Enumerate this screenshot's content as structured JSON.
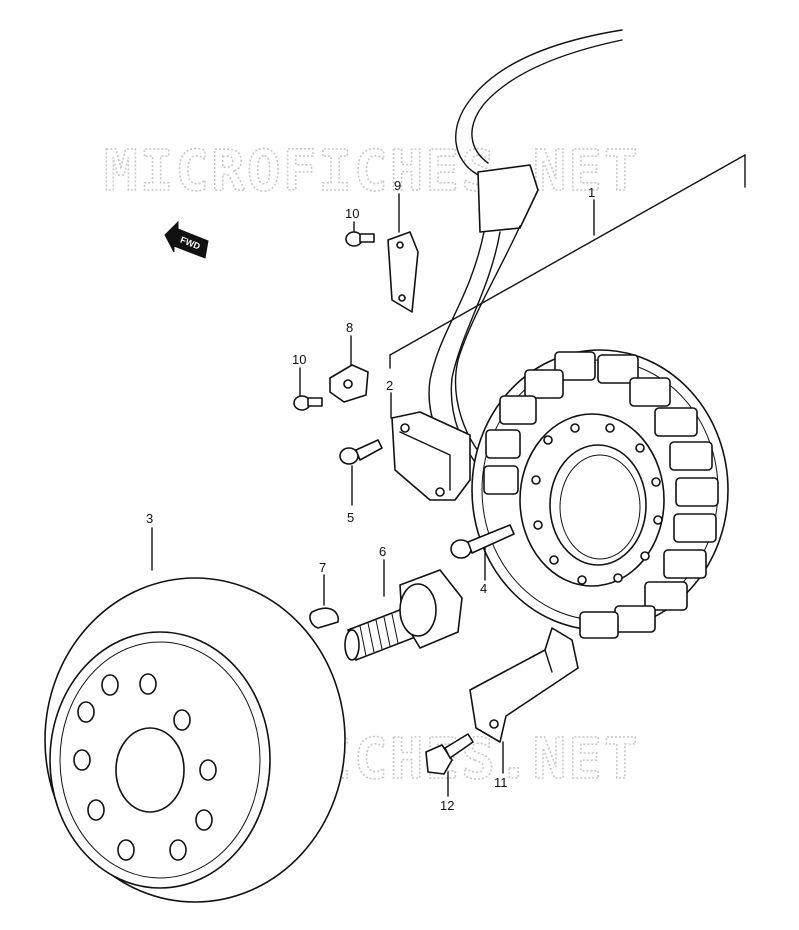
{
  "watermark": {
    "text": "MICROFICHES.NET"
  },
  "fwd_label": "FWD",
  "callouts": [
    {
      "id": "1",
      "label": "1"
    },
    {
      "id": "2",
      "label": "2"
    },
    {
      "id": "3",
      "label": "3"
    },
    {
      "id": "4",
      "label": "4"
    },
    {
      "id": "5",
      "label": "5"
    },
    {
      "id": "6",
      "label": "6"
    },
    {
      "id": "7",
      "label": "7"
    },
    {
      "id": "8",
      "label": "8"
    },
    {
      "id": "9",
      "label": "9"
    },
    {
      "id": "10a",
      "label": "10"
    },
    {
      "id": "10b",
      "label": "10"
    },
    {
      "id": "11",
      "label": "11"
    },
    {
      "id": "12",
      "label": "12"
    }
  ]
}
